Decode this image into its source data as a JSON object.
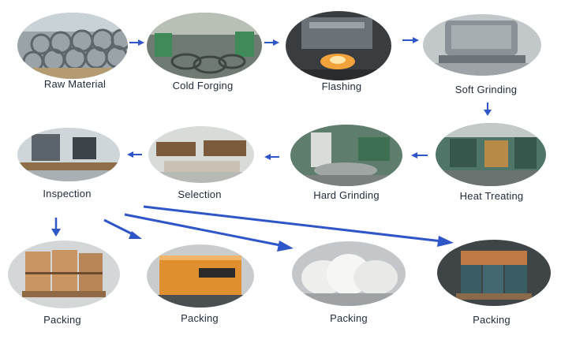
{
  "steps": [
    {
      "label": "Raw Material"
    },
    {
      "label": "Cold Forging"
    },
    {
      "label": "Flashing"
    },
    {
      "label": "Soft Grinding"
    },
    {
      "label": "Heat Treating"
    },
    {
      "label": "Hard Grinding"
    },
    {
      "label": "Selection"
    },
    {
      "label": "Inspection"
    },
    {
      "label": "Packing"
    },
    {
      "label": "Packing"
    },
    {
      "label": "Packing"
    },
    {
      "label": "Packing"
    }
  ],
  "colors": {
    "arrow": "#2f56c8",
    "label": "#1e2a3a"
  }
}
